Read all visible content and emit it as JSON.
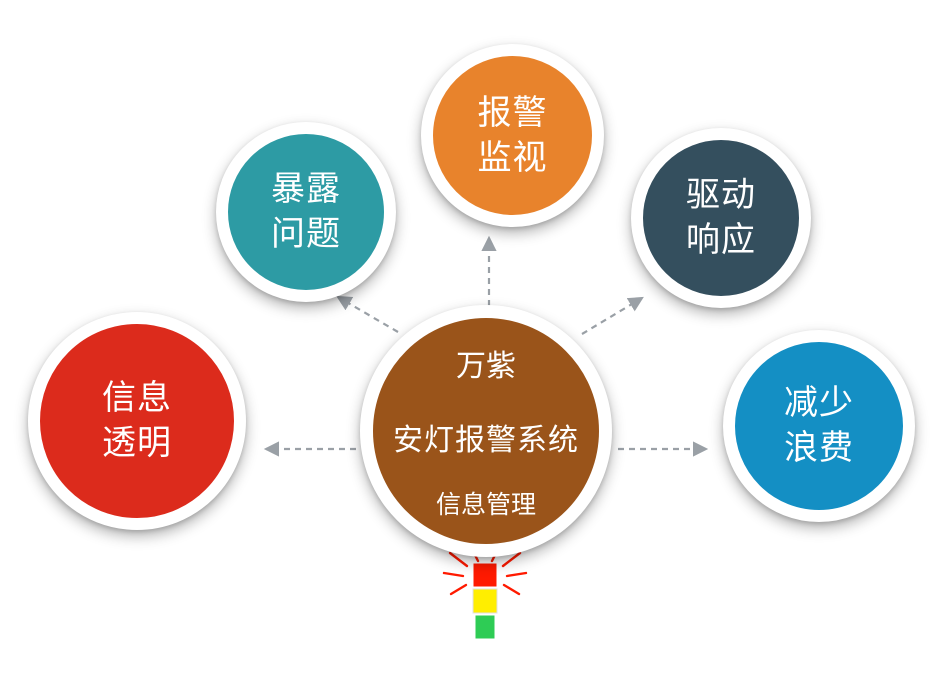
{
  "diagram": {
    "center": {
      "line1": "万紫",
      "line2": "安灯报警系统",
      "line3": "信息管理",
      "color": "#9a541a"
    },
    "nodes": [
      {
        "name": "alarm-monitoring",
        "line1": "报警",
        "line2": "监视",
        "color": "#e8832c"
      },
      {
        "name": "expose-problems",
        "line1": "暴露",
        "line2": "问题",
        "color": "#2d9ba4"
      },
      {
        "name": "information-transparency",
        "line1": "信息",
        "line2": "透明",
        "color": "#dc2b1c"
      },
      {
        "name": "drive-response",
        "line1": "驱动",
        "line2": "响应",
        "color": "#344f5e"
      },
      {
        "name": "reduce-waste",
        "line1": "减少",
        "line2": "浪费",
        "color": "#148fc4"
      }
    ],
    "arrow_color": "#9aa0a6",
    "andon_light": {
      "ray_color": "#ff1a00",
      "lights": [
        "#ff1a00",
        "#ffee00",
        "#2ecc55"
      ]
    }
  }
}
